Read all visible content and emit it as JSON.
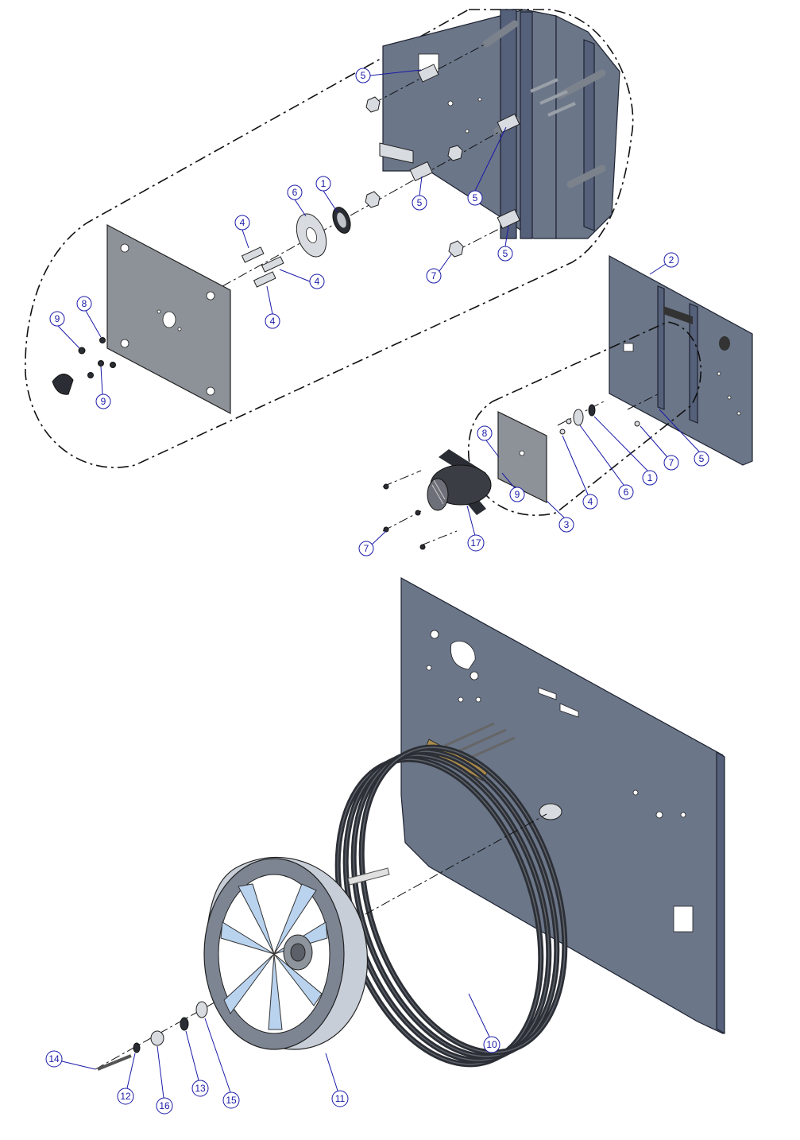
{
  "diagram": {
    "balloons": [
      {
        "id": "b1a",
        "label": "1"
      },
      {
        "id": "b4a",
        "label": "4"
      },
      {
        "id": "b4b",
        "label": "4"
      },
      {
        "id": "b4c",
        "label": "4"
      },
      {
        "id": "b5a",
        "label": "5"
      },
      {
        "id": "b5b",
        "label": "5"
      },
      {
        "id": "b5c",
        "label": "5"
      },
      {
        "id": "b5d",
        "label": "5"
      },
      {
        "id": "b6a",
        "label": "6"
      },
      {
        "id": "b7a",
        "label": "7"
      },
      {
        "id": "b8a",
        "label": "8"
      },
      {
        "id": "b9a",
        "label": "9"
      },
      {
        "id": "b9b",
        "label": "9"
      },
      {
        "id": "b2a",
        "label": "2"
      },
      {
        "id": "b8b",
        "label": "8"
      },
      {
        "id": "b9c",
        "label": "9"
      },
      {
        "id": "b3a",
        "label": "3"
      },
      {
        "id": "b4d",
        "label": "4"
      },
      {
        "id": "b6b",
        "label": "6"
      },
      {
        "id": "b1b",
        "label": "1"
      },
      {
        "id": "b7b",
        "label": "7"
      },
      {
        "id": "b5e",
        "label": "5"
      },
      {
        "id": "b7c",
        "label": "7"
      },
      {
        "id": "b17a",
        "label": "17"
      },
      {
        "id": "b10a",
        "label": "10"
      },
      {
        "id": "b11a",
        "label": "11"
      },
      {
        "id": "b14a",
        "label": "14"
      },
      {
        "id": "b12a",
        "label": "12"
      },
      {
        "id": "b16a",
        "label": "16"
      },
      {
        "id": "b13a",
        "label": "13"
      },
      {
        "id": "b15a",
        "label": "15"
      }
    ]
  }
}
